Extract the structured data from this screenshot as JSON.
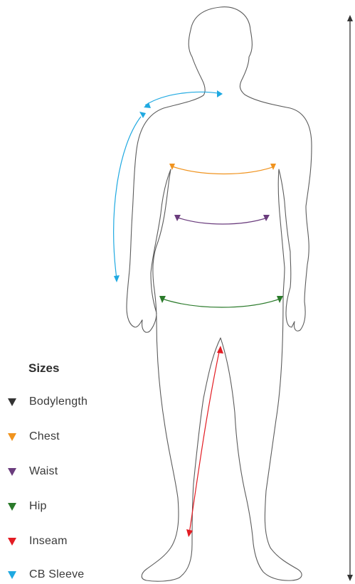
{
  "legend": {
    "title": "Sizes",
    "items": [
      {
        "key": "bodylength",
        "label": "Bodylength",
        "color": "#333333"
      },
      {
        "key": "chest",
        "label": "Chest",
        "color": "#f0931e"
      },
      {
        "key": "waist",
        "label": "Waist",
        "color": "#6a3c7d"
      },
      {
        "key": "hip",
        "label": "Hip",
        "color": "#2a7a2a"
      },
      {
        "key": "inseam",
        "label": "Inseam",
        "color": "#e31c23"
      },
      {
        "key": "cb_sleeve",
        "label": "CB Sleeve",
        "color": "#1fa9e1"
      }
    ]
  },
  "figure": {
    "outline_color": "#5c5c5c"
  }
}
